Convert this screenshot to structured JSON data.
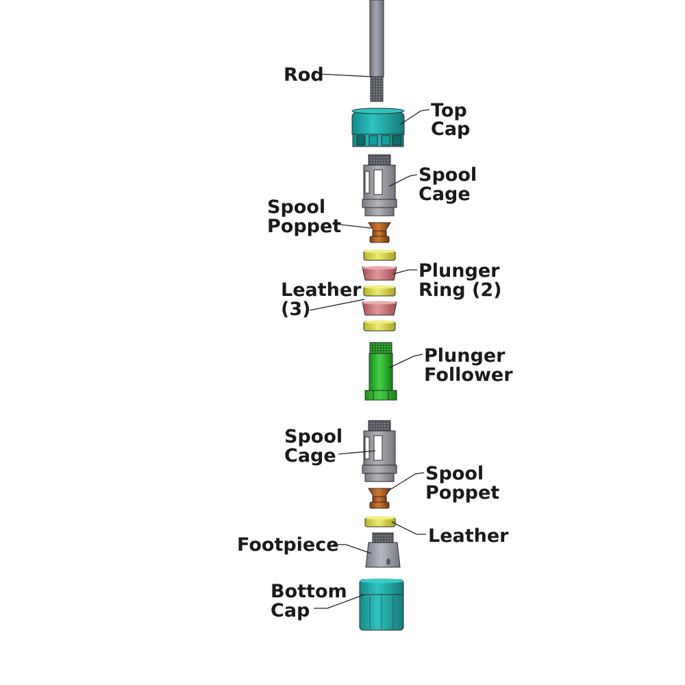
{
  "diagram": {
    "labels": {
      "rod": "Rod",
      "top_cap": [
        "Top",
        "Cap"
      ],
      "spool_cage_upper": [
        "Spool",
        "Cage"
      ],
      "spool_poppet_upper": [
        "Spool",
        "Poppet"
      ],
      "plunger_ring": [
        "Plunger",
        "Ring (2)"
      ],
      "leather_upper": [
        "Leather",
        "(3)"
      ],
      "plunger_follower": [
        "Plunger",
        "Follower"
      ],
      "spool_cage_lower": [
        "Spool",
        "Cage"
      ],
      "spool_poppet_lower": [
        "Spool",
        "Poppet"
      ],
      "leather_lower": "Leather",
      "footpiece": "Footpiece",
      "bottom_cap": [
        "Bottom",
        "Cap"
      ]
    },
    "colors": {
      "rod": "#8a8e9a",
      "teal": "#1fa3a3",
      "cage_gray": "#9a9aa2",
      "poppet_brown": "#b35a1b",
      "leather_yellow": "#d9d645",
      "ring_pink": "#c9767a",
      "follower_green": "#2fb52f",
      "footpiece_gray": "#9c9fac"
    }
  }
}
